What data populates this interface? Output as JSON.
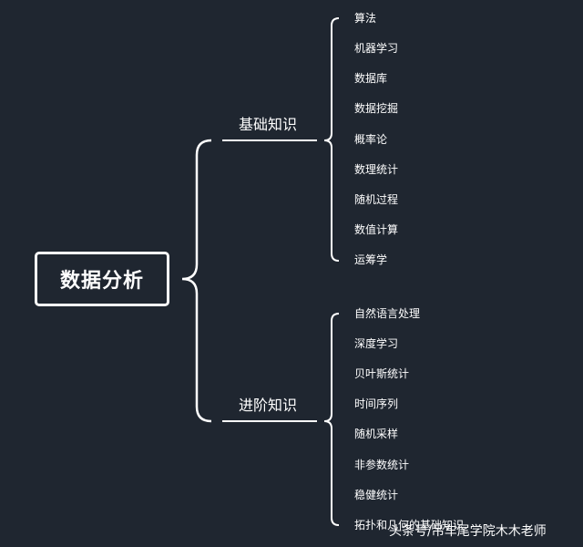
{
  "root": {
    "label": "数据分析"
  },
  "branches": [
    {
      "label": "基础知识",
      "leaves": [
        "算法",
        "机器学习",
        "数据库",
        "数据挖掘",
        "概率论",
        "数理统计",
        "随机过程",
        "数值计算",
        "运筹学"
      ]
    },
    {
      "label": "进阶知识",
      "leaves": [
        "自然语言处理",
        "深度学习",
        "贝叶斯统计",
        "时间序列",
        "随机采样",
        "非参数统计",
        "稳健统计",
        "拓扑和几何的基础知识"
      ]
    }
  ],
  "watermark": "头条号/吊车尾学院木木老师",
  "colors": {
    "background": "#1f2630",
    "line": "#ffffff",
    "text": "#ffffff"
  }
}
